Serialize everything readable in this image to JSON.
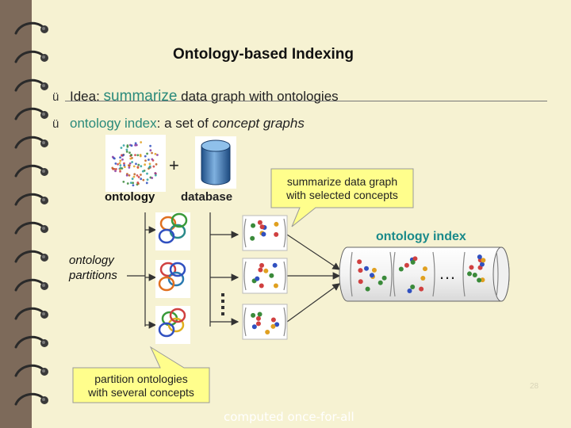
{
  "slide": {
    "title": "Ontology-based Indexing",
    "bullets": [
      {
        "check": "ü",
        "prefix": "Idea:  ",
        "highlight": "summarize",
        "suffix": " data graph with ontologies"
      },
      {
        "check": "ü",
        "highlight": "ontology index",
        "middle": ":  a set of ",
        "italic": "concept graphs"
      }
    ],
    "ontology_label": "ontology",
    "database_label": "database",
    "plus_sign": "+",
    "callout_top": [
      "summarize data graph",
      "with selected concepts"
    ],
    "index_label": "ontology index",
    "partitions_caption": [
      "ontology",
      "partitions"
    ],
    "callout_bottom": [
      "partition ontologies",
      "with several concepts"
    ],
    "ellipsis": "…",
    "footer": "computed once-for-all",
    "page_number": "28"
  },
  "colors": {
    "background": "#7d6a5a",
    "paper": "#f6f2d2",
    "accent": "#2a8a7a",
    "callout": "#fffe8c"
  },
  "icons": [
    "spiral-ring-icon",
    "ontology-graph-image",
    "database-cylinder-icon",
    "concept-graph-box-image",
    "tube-icon"
  ]
}
